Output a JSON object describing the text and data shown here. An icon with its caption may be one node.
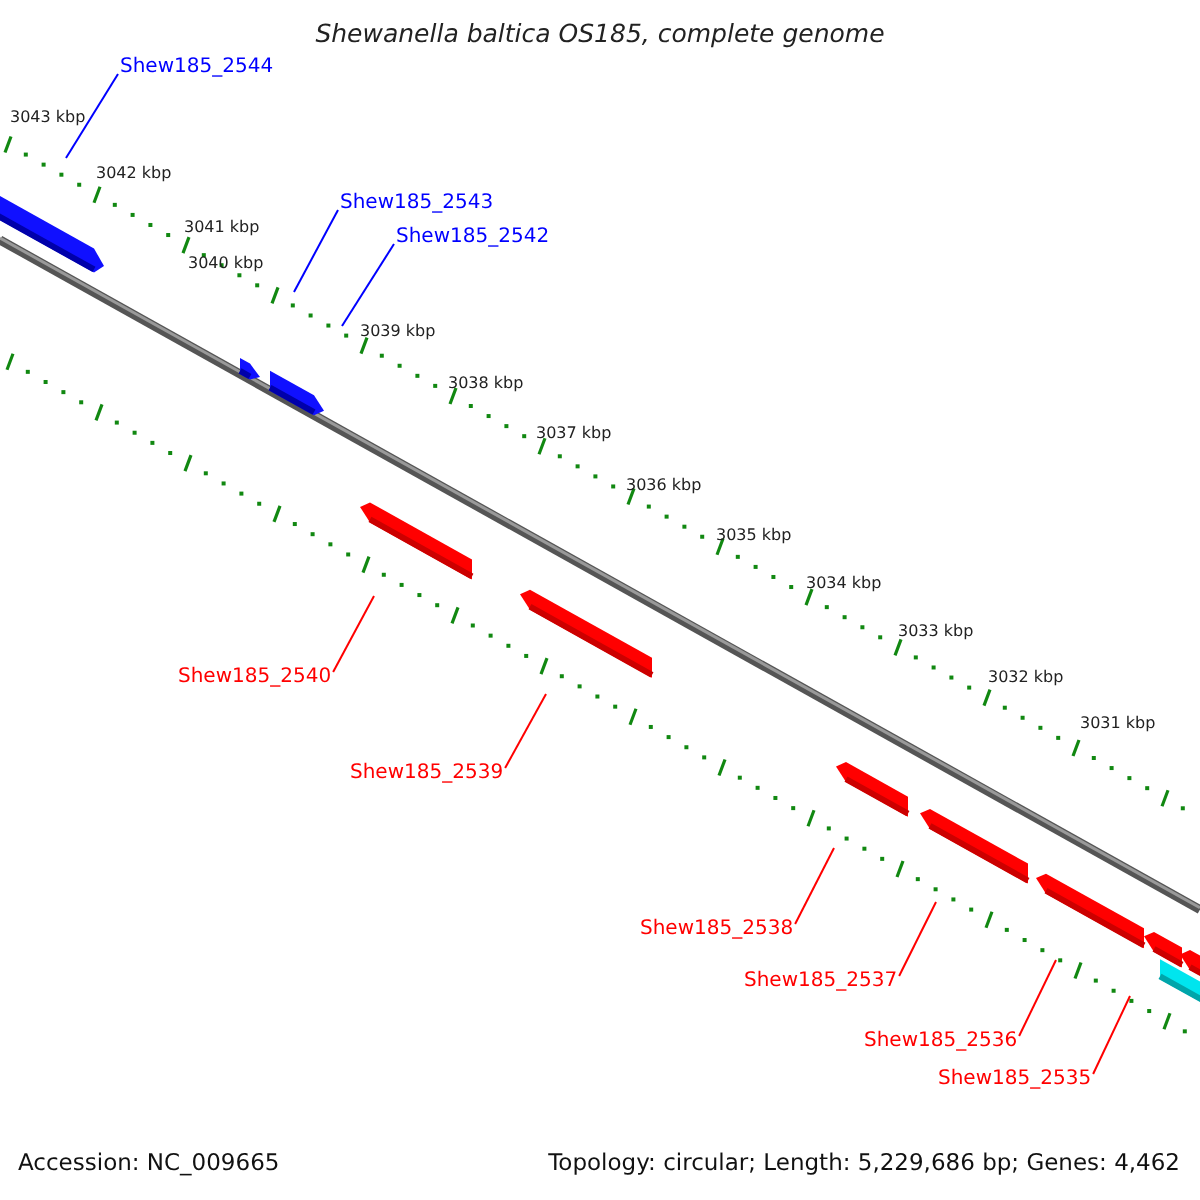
{
  "diagram": {
    "title": "Shewanella baltica OS185, complete genome",
    "nodes": [
      {
        "text": [
          "Shew185_2544"
        ]
      },
      {
        "text": [
          "Shew185_2543"
        ]
      },
      {
        "text": [
          "Shew185_2542"
        ]
      },
      {
        "text": [
          "Shew185_2540"
        ]
      },
      {
        "text": [
          "Shew185_2539"
        ]
      },
      {
        "text": [
          "Shew185_2538"
        ]
      },
      {
        "text": [
          "Shew185_2537"
        ]
      },
      {
        "text": [
          "Shew185_2536"
        ]
      },
      {
        "text": [
          "Shew185_2535"
        ]
      }
    ],
    "edges": [
      {
        "from": 0,
        "to": null,
        "arrow": "none",
        "color": "#0000ff"
      },
      {
        "from": 1,
        "to": null,
        "arrow": "none",
        "color": "#0000ff"
      },
      {
        "from": 2,
        "to": null,
        "arrow": "none",
        "color": "#0000ff"
      },
      {
        "from": 3,
        "to": null,
        "arrow": "none"
      },
      {
        "from": 4,
        "to": null,
        "arrow": "none"
      },
      {
        "from": 5,
        "to": null,
        "arrow": "none"
      },
      {
        "from": 6,
        "to": null,
        "arrow": "none"
      },
      {
        "from": 7,
        "to": null,
        "arrow": "none"
      },
      {
        "from": 8,
        "to": null,
        "arrow": "none"
      }
    ],
    "labels": [
      "3043 kbp",
      "3042 kbp",
      "3041 kbp",
      "3040 kbp",
      "3039 kbp",
      "3038 kbp",
      "3037 kbp",
      "3036 kbp",
      "3035 kbp",
      "3034 kbp",
      "3033 kbp",
      "3032 kbp",
      "3031 kbp",
      "Accession: NC_009665",
      "Topology: circular; Length: 5,229,686 bp; Genes: 4,462"
    ]
  }
}
